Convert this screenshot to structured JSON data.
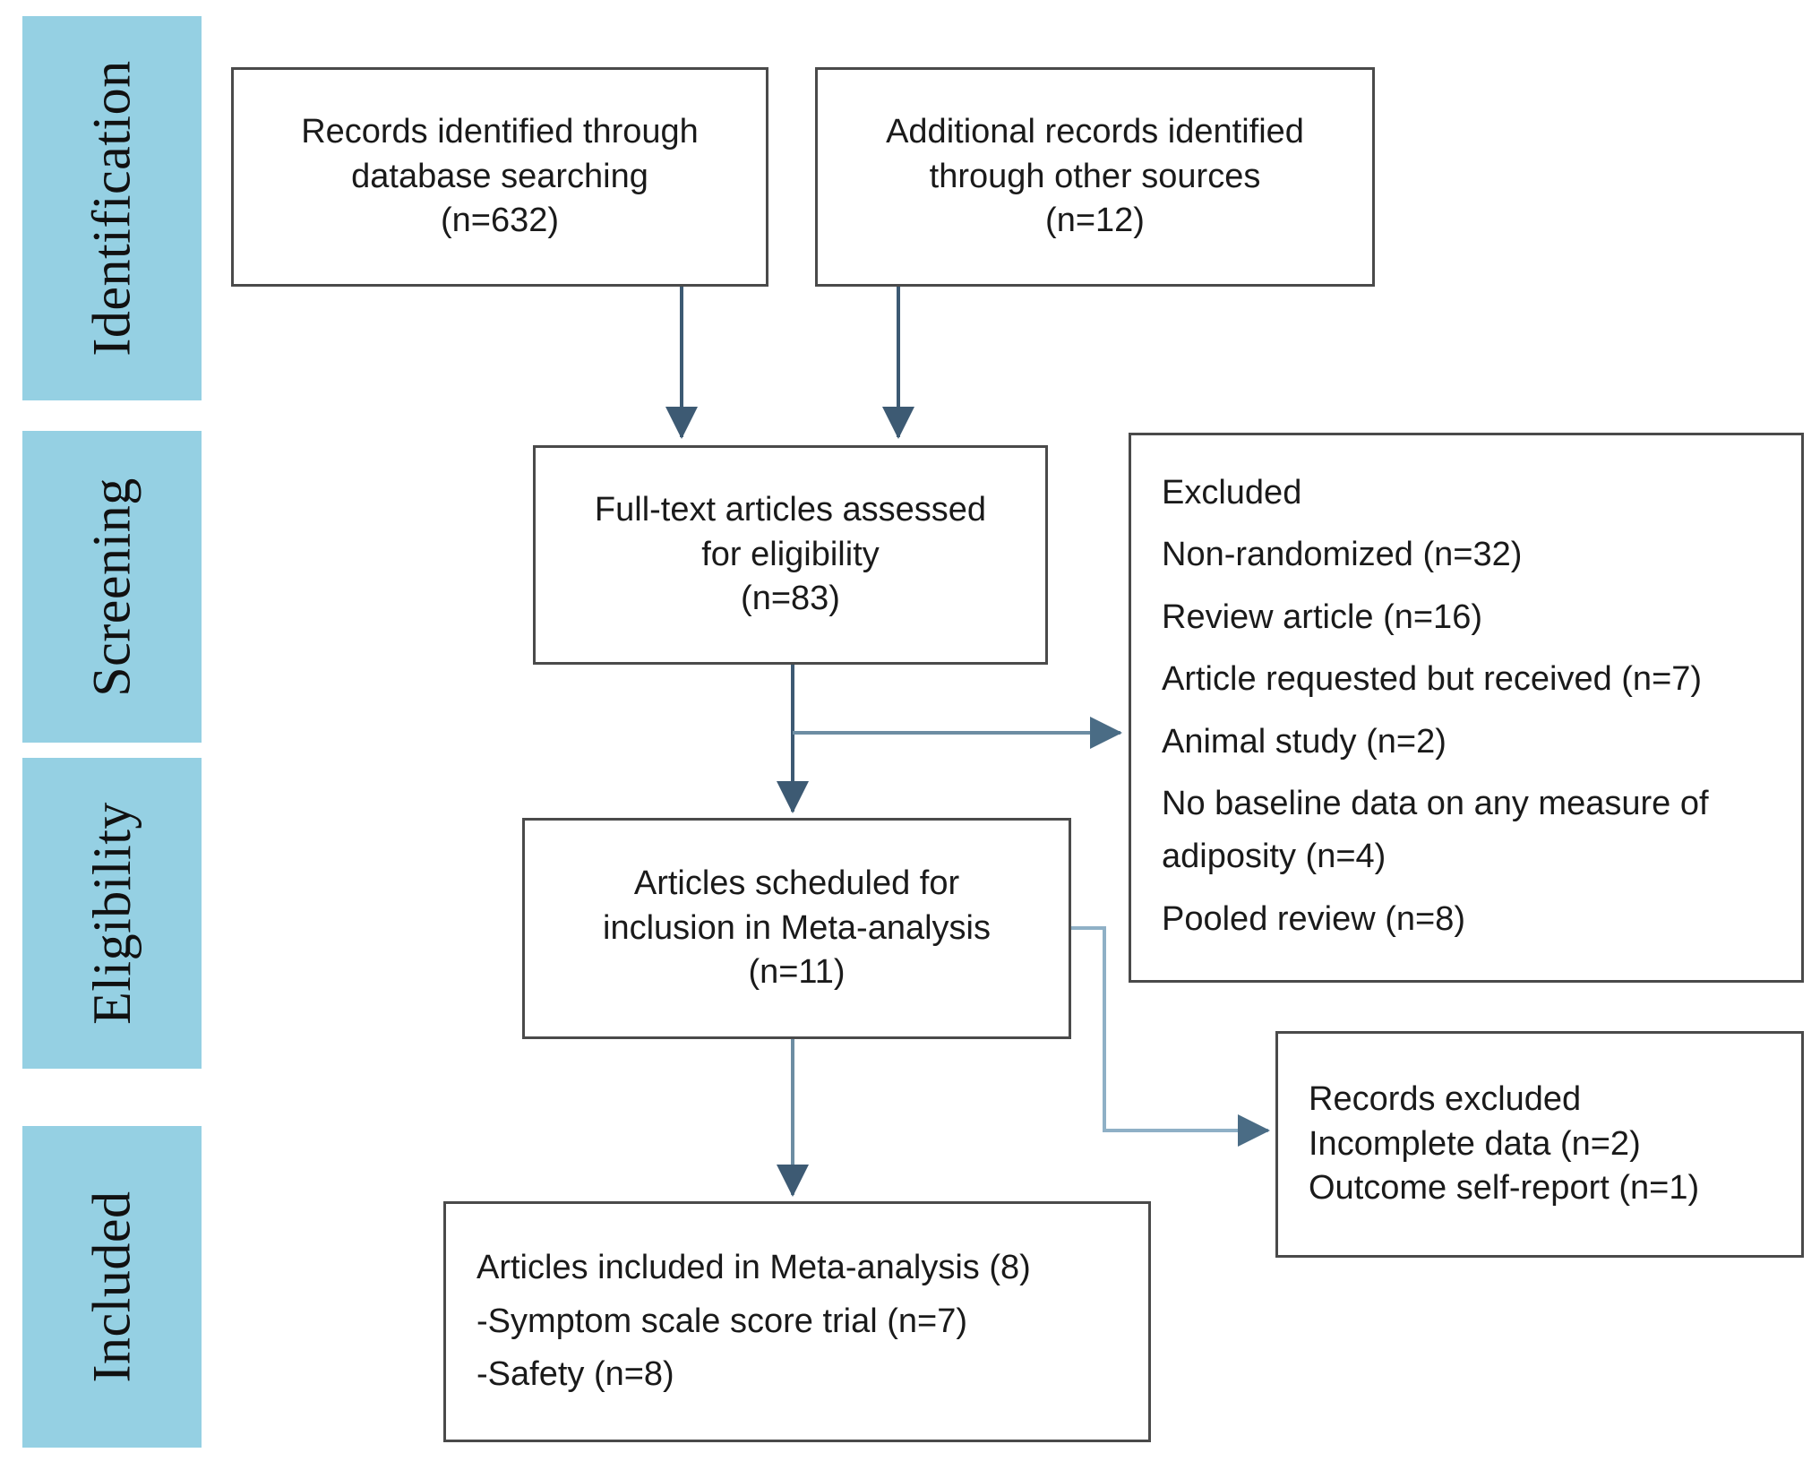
{
  "figure": {
    "type": "prisma-flow-diagram",
    "title": "PRISMA study selection flow diagram"
  },
  "colors": {
    "stage_bar_fill": "#95d0e3",
    "box_border": "#4a4a4a",
    "box_fill": "#ffffff",
    "connector_dark": "#3d5a73",
    "connector_light": "#8fb0c6",
    "text": "#1a1a1a"
  },
  "stages": [
    {
      "label": "Identification"
    },
    {
      "label": "Screening"
    },
    {
      "label": "Eligibility"
    },
    {
      "label": "Included"
    }
  ],
  "boxes": {
    "database_records": {
      "lines": [
        "Records identified through",
        "database searching",
        "(n=632)"
      ]
    },
    "other_records": {
      "lines": [
        "Additional records identified",
        "through other sources",
        "(n=12)"
      ]
    },
    "full_text_assessed": {
      "lines": [
        "Full-text articles assessed",
        "for eligibility",
        "(n=83)"
      ]
    },
    "excluded_eligibility": {
      "heading": "Excluded",
      "reasons": [
        "Non-randomized (n=32)",
        "Review article (n=16)",
        "Article requested but received (n=7)",
        "Animal study (n=2)",
        "No baseline data on any measure of",
        "adiposity (n=4)",
        "Pooled review (n=8)"
      ]
    },
    "scheduled_for_inclusion": {
      "lines": [
        "Articles scheduled for",
        "inclusion in Meta-analysis",
        "(n=11)"
      ]
    },
    "records_excluded": {
      "lines": [
        "Records excluded",
        "Incomplete data (n=2)",
        "Outcome self-report (n=1)"
      ]
    },
    "included_final": {
      "lines": [
        "Articles included in Meta-analysis (8)",
        "-Symptom scale score trial (n=7)",
        "-Safety (n=8)"
      ]
    }
  },
  "connectors": [
    {
      "name": "database-records-to-full-text",
      "style": "arrow-down"
    },
    {
      "name": "other-records-to-full-text",
      "style": "arrow-down"
    },
    {
      "name": "full-text-to-excluded",
      "style": "arrow-right-branch"
    },
    {
      "name": "full-text-to-scheduled",
      "style": "arrow-down"
    },
    {
      "name": "scheduled-to-records-excluded",
      "style": "elbow-arrow-right"
    },
    {
      "name": "scheduled-to-included",
      "style": "arrow-down"
    }
  ]
}
